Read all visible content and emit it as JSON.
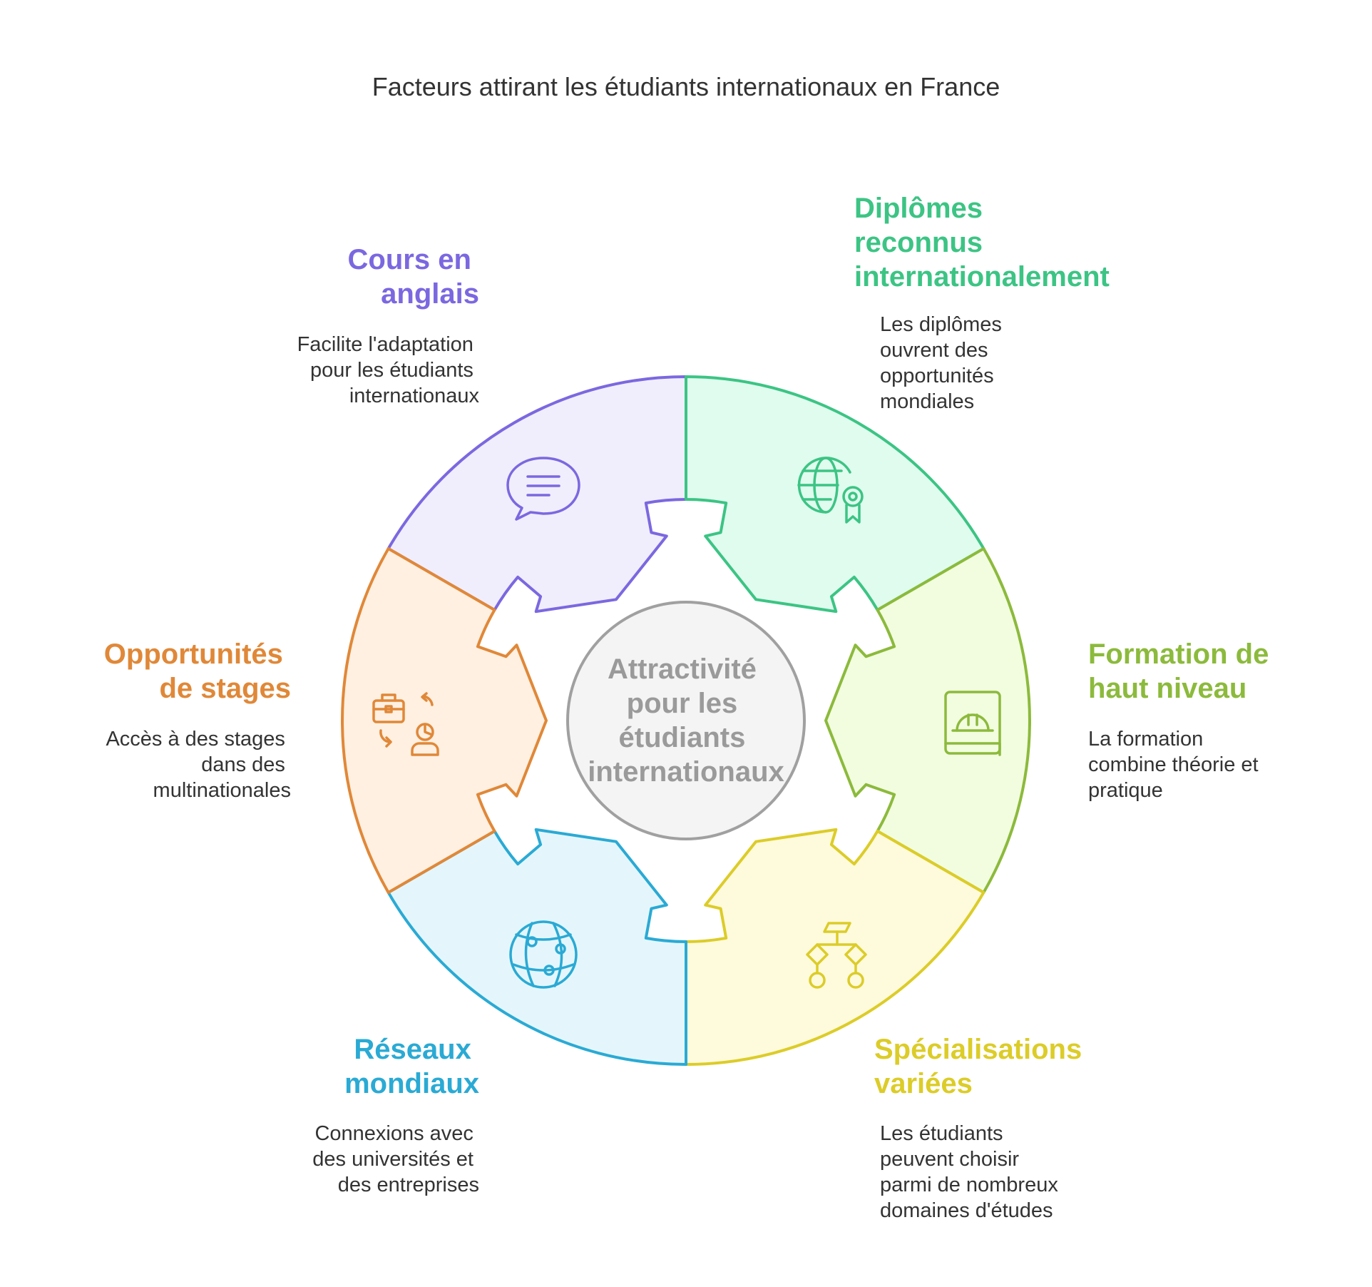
{
  "title": "Facteurs attirant les étudiants internationaux en France",
  "center": {
    "lines": [
      "Attractivité",
      "pour les",
      "étudiants",
      "internationaux"
    ]
  },
  "factors": [
    {
      "id": "cours",
      "label_lines": [
        "Cours en",
        "anglais"
      ],
      "desc_lines": [
        "Facilite l'adaptation",
        "pour les étudiants",
        "internationaux"
      ],
      "color": "#7b68e0",
      "fill": "#f0eefc",
      "icon": "speech-bubble-icon"
    },
    {
      "id": "diplomes",
      "label_lines": [
        "Diplômes",
        "reconnus",
        "internationalement"
      ],
      "desc_lines": [
        "Les diplômes",
        "ouvrent des",
        "opportunités",
        "mondiales"
      ],
      "color": "#3cc484",
      "fill": "#e0fcee",
      "icon": "globe-certificate-icon"
    },
    {
      "id": "formation",
      "label_lines": [
        "Formation de",
        "haut niveau"
      ],
      "desc_lines": [
        "La formation",
        "combine théorie et",
        "pratique"
      ],
      "color": "#8cba3c",
      "fill": "#f2fde0",
      "icon": "helmet-book-icon"
    },
    {
      "id": "specialisations",
      "label_lines": [
        "Spécialisations",
        "variées"
      ],
      "desc_lines": [
        "Les étudiants",
        "peuvent choisir",
        "parmi de nombreux",
        "domaines d'études"
      ],
      "color": "#dccc28",
      "fill": "#fefadc",
      "icon": "flowchart-icon"
    },
    {
      "id": "reseaux",
      "label_lines": [
        "Réseaux",
        "mondiaux"
      ],
      "desc_lines": [
        "Connexions avec",
        "des universités et",
        "des entreprises"
      ],
      "color": "#2aaad4",
      "fill": "#e4f6fc",
      "icon": "network-globe-icon"
    },
    {
      "id": "stages",
      "label_lines": [
        "Opportunités",
        "de stages"
      ],
      "desc_lines": [
        "Accès à des stages",
        "dans des",
        "multinationales"
      ],
      "color": "#e08838",
      "fill": "#fff0e2",
      "icon": "briefcase-person-icon"
    }
  ]
}
